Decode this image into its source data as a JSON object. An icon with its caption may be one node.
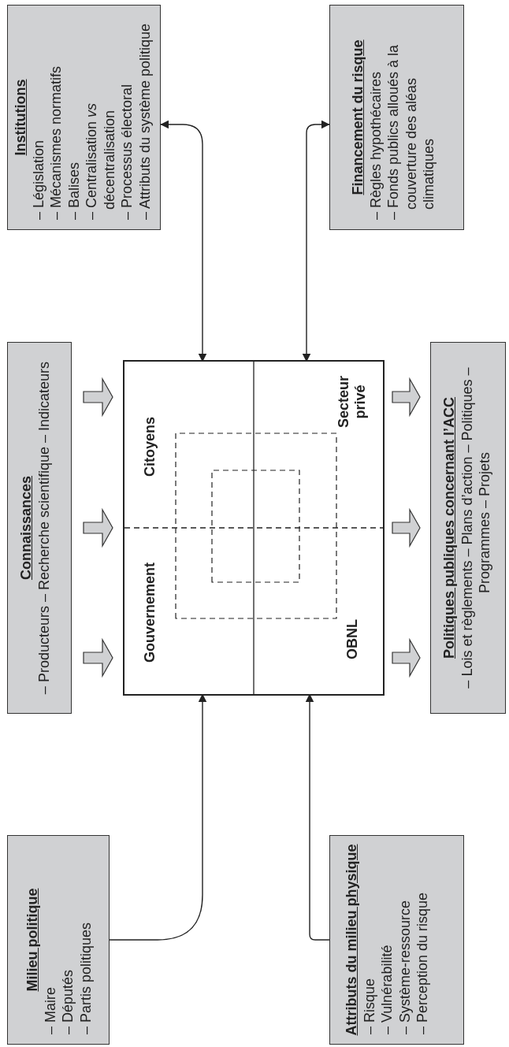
{
  "diagram": {
    "nodes": [
      {
        "text": [
          "Milieu politique",
          "– Maire",
          "– Députés",
          "– Partis politiques"
        ]
      },
      {
        "text": [
          "Attributs du milieu physique",
          "– Risque",
          "– Vulnérabilité",
          "– Système-ressource",
          "– Perception du risque"
        ]
      },
      {
        "text": [
          "Connaissances",
          "– Producteurs – Recherche scientifique – Indicateurs"
        ]
      },
      {
        "text": [],
        "shape": "box"
      },
      {
        "text": [
          "Politiques publiques concernant l’ACC",
          "– Lois et règlements – Plans d’action – Politiques – Programmes – Projets"
        ]
      },
      {
        "text": [
          "Institutions",
          "– Législation",
          "– Mécanismes normatifs",
          "– Balises",
          "– Centralisation *vs* décentralisation",
          "– Processus électoral",
          "– Attributs du système politique"
        ]
      },
      {
        "text": [
          "Financement du risque",
          "– Règles hypothécaires",
          "– Fonds publics alloués à la couverture des aléas climatiques"
        ]
      }
    ],
    "edges": [
      {
        "from": 0,
        "to": 3,
        "arrow": "to"
      },
      {
        "from": 1,
        "to": 3,
        "arrow": "to"
      },
      {
        "from": 2,
        "to": 3,
        "arrow": "to",
        "style": "thick"
      },
      {
        "from": 2,
        "to": 3,
        "arrow": "to",
        "style": "thick"
      },
      {
        "from": 2,
        "to": 3,
        "arrow": "to",
        "style": "thick"
      },
      {
        "from": 3,
        "to": 4,
        "arrow": "to",
        "style": "thick"
      },
      {
        "from": 3,
        "to": 4,
        "arrow": "to",
        "style": "thick"
      },
      {
        "from": 3,
        "to": 4,
        "arrow": "to",
        "style": "thick"
      },
      {
        "from": 5,
        "to": 3,
        "arrow": "both"
      },
      {
        "from": 6,
        "to": 3,
        "arrow": "both"
      }
    ],
    "labels": [
      "Gouvernement",
      "Citoyens",
      "OBNL",
      "Secteur privé"
    ]
  }
}
